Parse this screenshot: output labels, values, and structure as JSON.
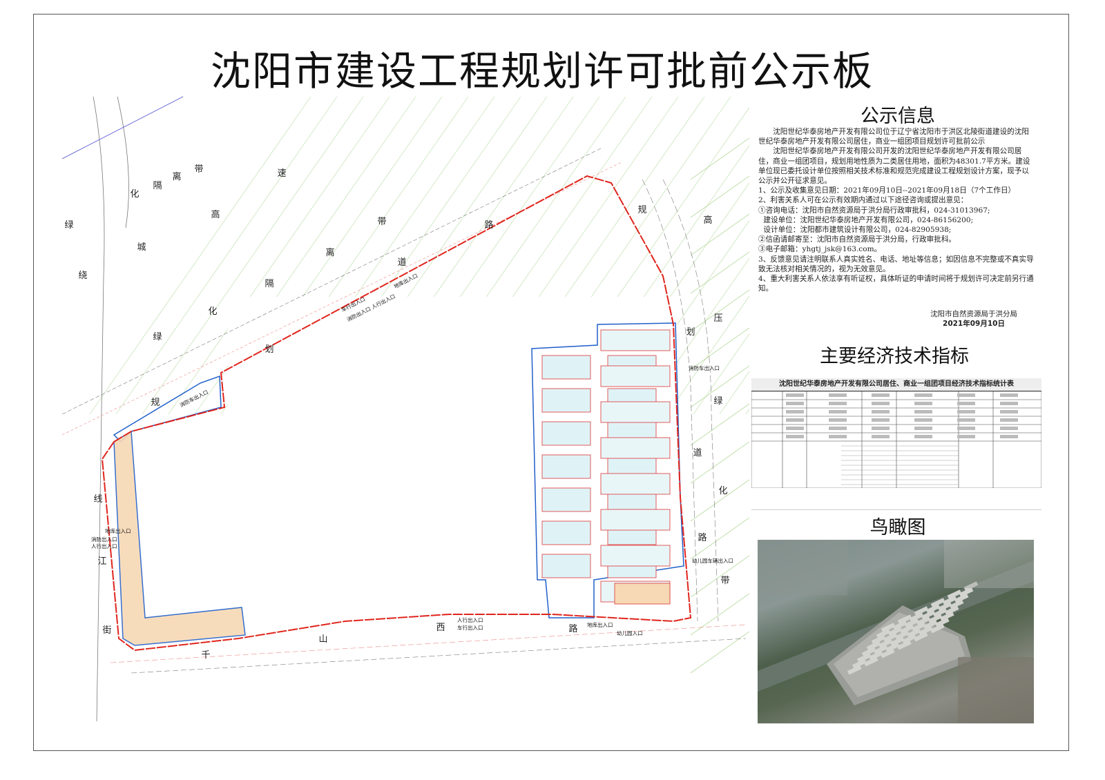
{
  "title": "沈阳市建设工程规划许可批前公示板",
  "notice": {
    "heading": "公示信息",
    "paragraphs": [
      "沈阳世纪华泰房地产开发有限公司位于辽宁省沈阳市于洪区北陵街道建设的沈阳世纪华泰房地产开发有限公司居住，商业一组团项目规划许可批前公示",
      "沈阳世纪华泰房地产开发有限公司开发的沈阳世纪华泰房地产开发有限公司居住，商业一组团项目，规划用地性质为二类居住用地，面积为48301.7平方米。建设单位现已委托设计单位按照相关技术标准和规范完成建设工程规划设计方案，现予以公示并公开征求意见。",
      "1、公示及收集意见日期：2021年09月10日--2021年09月18日（7个工作日）",
      "2、利害关系人可在公示有效期内通过以下途径咨询或提出意见：",
      "①咨询电话：沈阳市自然资源局于洪分局行政审批科，024-31013967;",
      "建设单位：沈阳世纪华泰房地产开发有限公司，024-86156200;",
      "设计单位：沈阳都市建筑设计有限公司，024-82905938;",
      "②信函请邮寄至：沈阳市自然资源局于洪分局，行政审批科。",
      "③电子邮箱：yhgtj_jsk@163.com。",
      "3、反馈意见请注明联系人真实姓名、电话、地址等信息；如因信息不完整或不真实导致无法核对相关情况的，视为无效意见。",
      "4、重大利害关系人依法享有听证权，具体听证的申请时间将于规划许可决定前另行通知。"
    ],
    "signature": "沈阳市自然资源局于洪分局",
    "date": "2021年09月10日"
  },
  "indicators": {
    "heading": "主要经济技术指标",
    "table_title": "沈阳世纪华泰房地产开发有限公司居住、商业一组团项目经济技术指标统计表"
  },
  "aerial": {
    "heading": "鸟瞰图"
  },
  "map": {
    "road_chars": [
      "绿",
      "城",
      "绕",
      "化",
      "隔",
      "离",
      "带",
      "速",
      "高",
      "带",
      "路",
      "离",
      "隔",
      "化",
      "绿",
      "划",
      "道",
      "规",
      "规",
      "高",
      "压",
      "划",
      "绿",
      "道",
      "化",
      "路",
      "带",
      "线",
      "江",
      "街",
      "千",
      "山",
      "西",
      "路"
    ],
    "entrances": [
      "消防车出入口",
      "车行出入口",
      "消防出入口 人行出入口",
      "地库出入口",
      "消防车出入口",
      "地库出入口",
      "消防出入口",
      "人行出入口",
      "人行出入口",
      "车行出入口",
      "地库出入口",
      "幼儿园入口",
      "幼儿园车辆出入口"
    ]
  },
  "colors": {
    "boundary": "#e0241b",
    "parcel": "#1f5fc9",
    "greenbelt": "#9ccc7a",
    "commercial_fill": "#f7d9b5"
  }
}
